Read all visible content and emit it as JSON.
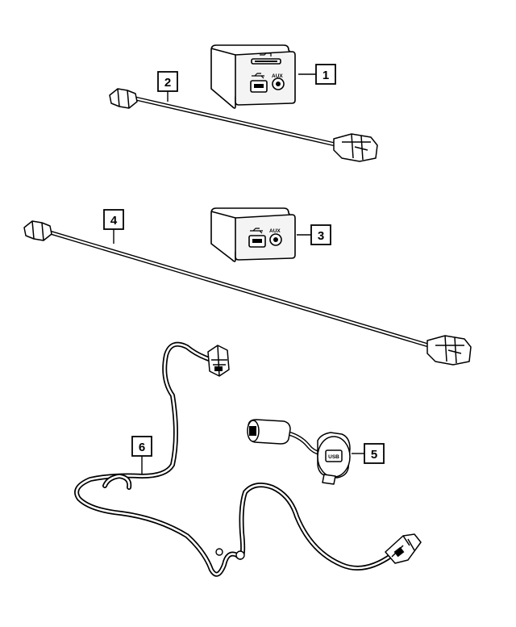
{
  "callouts": {
    "c1": "1",
    "c2": "2",
    "c3": "3",
    "c4": "4",
    "c5": "5",
    "c6": "6"
  },
  "port_labels": {
    "aux": "AUX",
    "aux_lower": "AUX",
    "usb_socket": "USB"
  },
  "colors": {
    "line": "#000000",
    "background": "#ffffff",
    "panel_face": "#e6e6e6"
  }
}
